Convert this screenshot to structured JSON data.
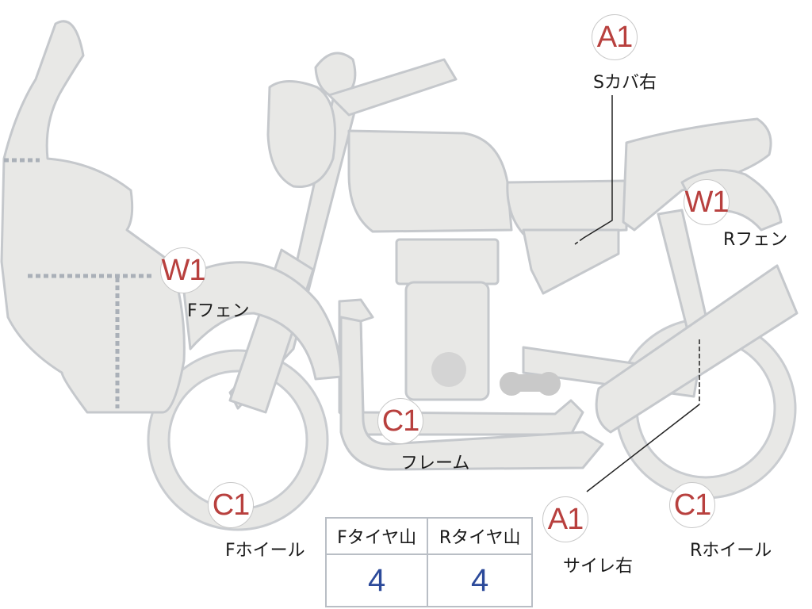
{
  "markers": [
    {
      "id": "a1-top",
      "code": "A1",
      "label": "Sカバ右"
    },
    {
      "id": "w1-rear",
      "code": "W1",
      "label": "Rフェン"
    },
    {
      "id": "w1-front",
      "code": "W1",
      "label": "Fフェン"
    },
    {
      "id": "c1-frame",
      "code": "C1",
      "label": "フレーム"
    },
    {
      "id": "c1-front-wheel",
      "code": "C1",
      "label": "Fホイール"
    },
    {
      "id": "a1-bottom",
      "code": "A1",
      "label": "サイレ右"
    },
    {
      "id": "c1-rear-wheel",
      "code": "C1",
      "label": "Rホイール"
    }
  ],
  "tread_table": {
    "headers": [
      "Fタイヤ山",
      "Rタイヤ山"
    ],
    "values": [
      "4",
      "4"
    ]
  },
  "colors": {
    "marker_text": "#b8403e",
    "table_value": "#2c4a9a",
    "part_fill": "#e8e8e6",
    "part_stroke": "#c5c8cc"
  }
}
